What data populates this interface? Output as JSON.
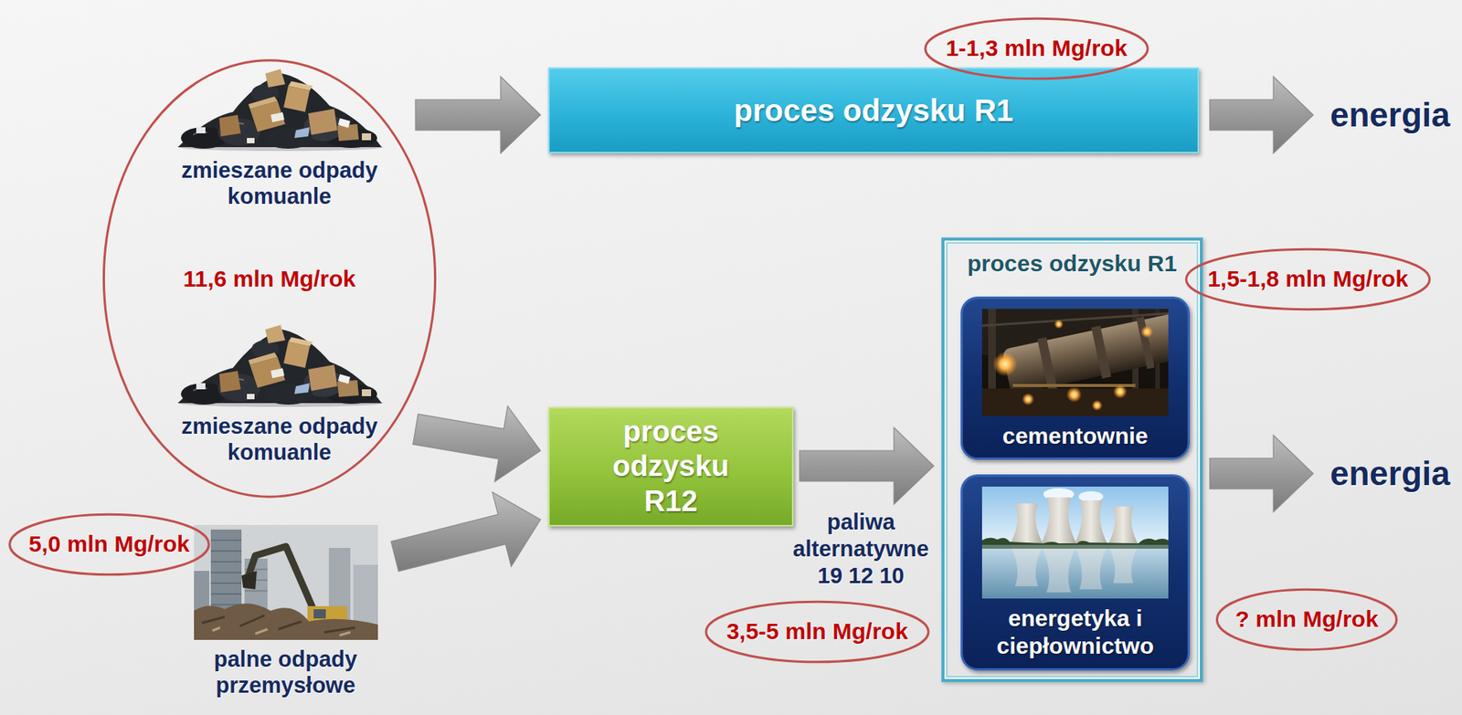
{
  "diagram": {
    "nodes": [
      {
        "text": [
          "11,6 mln Mg/rok"
        ]
      },
      {
        "text": [
          "zmieszane odpady komuanle"
        ],
        "in": 0
      },
      {
        "text": [
          "zmieszane odpady komuanle"
        ],
        "in": 0
      },
      {
        "text": [
          "5,0 mln Mg/rok"
        ]
      },
      {
        "text": [
          "palne odpady przemysłowe"
        ]
      },
      {
        "text": [
          "1-1,3 mln Mg/rok"
        ]
      },
      {
        "text": [
          "proces odzysku R1"
        ]
      },
      {
        "text": [
          "energia"
        ]
      },
      {
        "text": [
          "proces odzysku R12"
        ]
      },
      {
        "text": [
          "proces odzysku R1"
        ]
      },
      {
        "text": [
          "cementownie"
        ],
        "in": 9
      },
      {
        "text": [
          "energetyka i ciepłownictwo"
        ],
        "in": 9
      },
      {
        "text": [
          "1,5-1,8 mln Mg/rok"
        ]
      },
      {
        "text": [
          "? mln Mg/rok"
        ]
      },
      {
        "text": [
          "3,5-5 mln Mg/rok"
        ]
      },
      {
        "text": [
          "energia"
        ]
      }
    ],
    "edges": [
      {
        "from": 1,
        "to": 6,
        "arrow": "to"
      },
      {
        "from": 2,
        "to": 8,
        "arrow": "to"
      },
      {
        "from": 4,
        "to": 8,
        "arrow": "to"
      },
      {
        "from": 6,
        "to": 7,
        "arrow": "to"
      },
      {
        "from": 8,
        "to": 9,
        "arrow": "to",
        "label": "paliwa alternatywne 19 12 10"
      },
      {
        "from": 9,
        "to": 15,
        "arrow": "to"
      }
    ]
  }
}
